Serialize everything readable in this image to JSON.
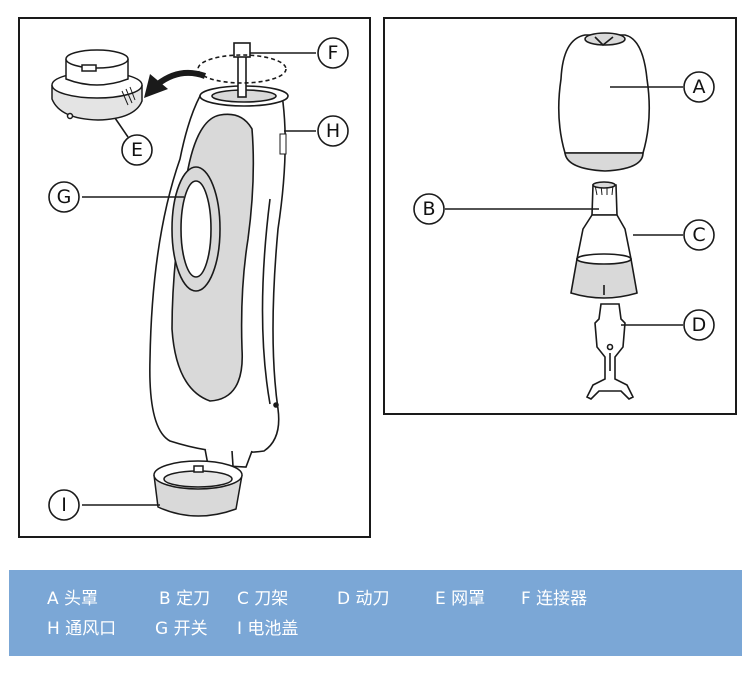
{
  "callouts": {
    "a": "A",
    "b": "B",
    "c": "C",
    "d": "D",
    "e": "E",
    "f": "F",
    "g": "G",
    "h": "H",
    "i": "I"
  },
  "legend": {
    "row1": [
      "A 头罩",
      "B 定刀",
      "C 刀架",
      "D 动刀",
      "E 网罩",
      "F 连接器"
    ],
    "row2": [
      "H 通风口",
      "G 开关",
      "I 电池盖"
    ]
  },
  "colors": {
    "legend_bg": "#7ba7d6",
    "line": "#1a1a1a",
    "shade": "#d9d9d9"
  }
}
